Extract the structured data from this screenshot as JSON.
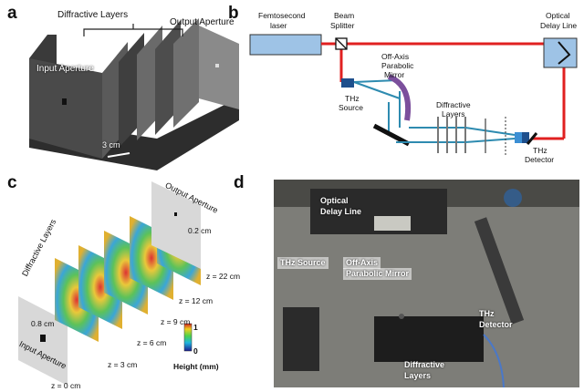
{
  "panels": {
    "a": "a",
    "b": "b",
    "c": "c",
    "d": "d"
  },
  "panel_a": {
    "diffractive_layers": "Diffractive Layers",
    "output_aperture": "Output Aperture",
    "input_aperture": "Input Aperture",
    "scale": "3 cm"
  },
  "panel_b": {
    "femtosecond_laser_line1": "Femtosecond",
    "femtosecond_laser_line2": "laser",
    "beam_splitter_line1": "Beam",
    "beam_splitter_line2": "Splitter",
    "optical_delay_line1": "Optical",
    "optical_delay_line2": "Delay Line",
    "off_axis_line1": "Off-Axis",
    "off_axis_line2": "Parabolic",
    "off_axis_line3": "Mirror",
    "thz_source_line1": "THz",
    "thz_source_line2": "Source",
    "diffractive_line1": "Diffractive",
    "diffractive_line2": "Layers",
    "thz_detector_line1": "THz",
    "thz_detector_line2": "Detector"
  },
  "panel_c": {
    "output_aperture": "Output Aperture",
    "diffractive_layers": "Diffractive Layers",
    "input_aperture": "Input Aperture",
    "output_size": "0.2 cm",
    "input_size": "0.8 cm",
    "z_labels": [
      "z = 22 cm",
      "z = 12 cm",
      "z = 9 cm",
      "z = 6 cm",
      "z = 3 cm",
      "z = 0 cm"
    ],
    "colorbar_max": "1",
    "colorbar_min": "0",
    "colorbar_label": "Height (mm)"
  },
  "panel_d": {
    "optical_delay_line1": "Optical",
    "optical_delay_line2": "Delay Line",
    "thz_source": "THz Source",
    "off_axis_line1": "Off-Axis",
    "off_axis_line2": "Parabolic Mirror",
    "thz_detector_line1": "THz",
    "thz_detector_line2": "Detector",
    "diffractive_line1": "Diffractive",
    "diffractive_line2": "Layers"
  },
  "colors": {
    "laser_beam": "#e02020",
    "thz_beam": "#2e8bb0",
    "box_fill": "#9ec3e6",
    "mirror": "#7b4f9c"
  }
}
